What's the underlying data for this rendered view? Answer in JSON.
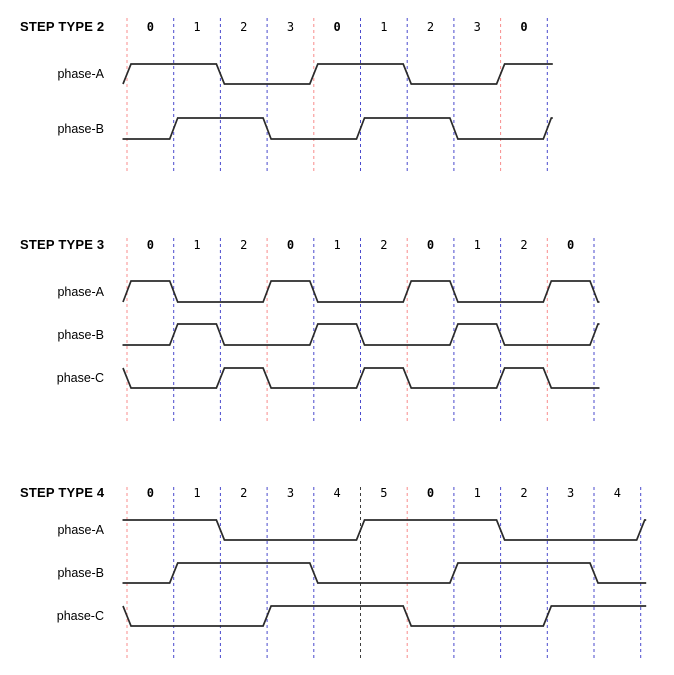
{
  "page": {
    "background": "#ffffff"
  },
  "colors": {
    "red_dash": "#f88c8c",
    "blue_dash": "#4a4acd",
    "black_dash": "#3d3d3d",
    "trace": "#2b2b2b",
    "text": "#000000"
  },
  "chart_data": [
    {
      "type": "timing",
      "title": "STEP TYPE 2",
      "step_labels": [
        "0",
        "1",
        "2",
        "3",
        "0",
        "1",
        "2",
        "3",
        "0"
      ],
      "bold_label_indexes": [
        0,
        4,
        8
      ],
      "boundary_colors": [
        "red",
        "blue",
        "blue",
        "blue",
        "red",
        "blue",
        "blue",
        "blue",
        "red",
        "blue"
      ],
      "phases": [
        {
          "name": "phase-A",
          "lead": 0,
          "levels": [
            1,
            1,
            0,
            0,
            1,
            1,
            0,
            0,
            1
          ],
          "tail": 1
        },
        {
          "name": "phase-B",
          "lead": 0,
          "levels": [
            0,
            1,
            1,
            0,
            0,
            1,
            1,
            0,
            0
          ],
          "tail": 1
        }
      ]
    },
    {
      "type": "timing",
      "title": "STEP TYPE 3",
      "step_labels": [
        "0",
        "1",
        "2",
        "0",
        "1",
        "2",
        "0",
        "1",
        "2",
        "0"
      ],
      "bold_label_indexes": [
        0,
        3,
        6,
        9
      ],
      "boundary_colors": [
        "red",
        "blue",
        "blue",
        "red",
        "blue",
        "blue",
        "red",
        "blue",
        "blue",
        "red",
        "blue"
      ],
      "phases": [
        {
          "name": "phase-A",
          "lead": 0,
          "levels": [
            1,
            0,
            0,
            1,
            0,
            0,
            1,
            0,
            0,
            1
          ],
          "tail": 0
        },
        {
          "name": "phase-B",
          "lead": 0,
          "levels": [
            0,
            1,
            0,
            0,
            1,
            0,
            0,
            1,
            0,
            0
          ],
          "tail": 1
        },
        {
          "name": "phase-C",
          "lead": 1,
          "levels": [
            0,
            0,
            1,
            0,
            0,
            1,
            0,
            0,
            1,
            0
          ],
          "tail": 0
        }
      ]
    },
    {
      "type": "timing",
      "title": "STEP TYPE 4",
      "step_labels": [
        "0",
        "1",
        "2",
        "3",
        "4",
        "5",
        "0",
        "1",
        "2",
        "3",
        "4"
      ],
      "bold_label_indexes": [
        0,
        6
      ],
      "boundary_colors": [
        "red",
        "blue",
        "blue",
        "blue",
        "blue",
        "black",
        "red",
        "blue",
        "blue",
        "blue",
        "blue",
        "blue"
      ],
      "phases": [
        {
          "name": "phase-A",
          "lead": 1,
          "levels": [
            1,
            1,
            0,
            0,
            0,
            1,
            1,
            1,
            0,
            0,
            0
          ],
          "tail": 1
        },
        {
          "name": "phase-B",
          "lead": 0,
          "levels": [
            0,
            1,
            1,
            1,
            0,
            0,
            0,
            1,
            1,
            1,
            0
          ],
          "tail": 0
        },
        {
          "name": "phase-C",
          "lead": 1,
          "levels": [
            0,
            0,
            0,
            1,
            1,
            1,
            0,
            0,
            0,
            1,
            1
          ],
          "tail": 1
        }
      ]
    }
  ]
}
